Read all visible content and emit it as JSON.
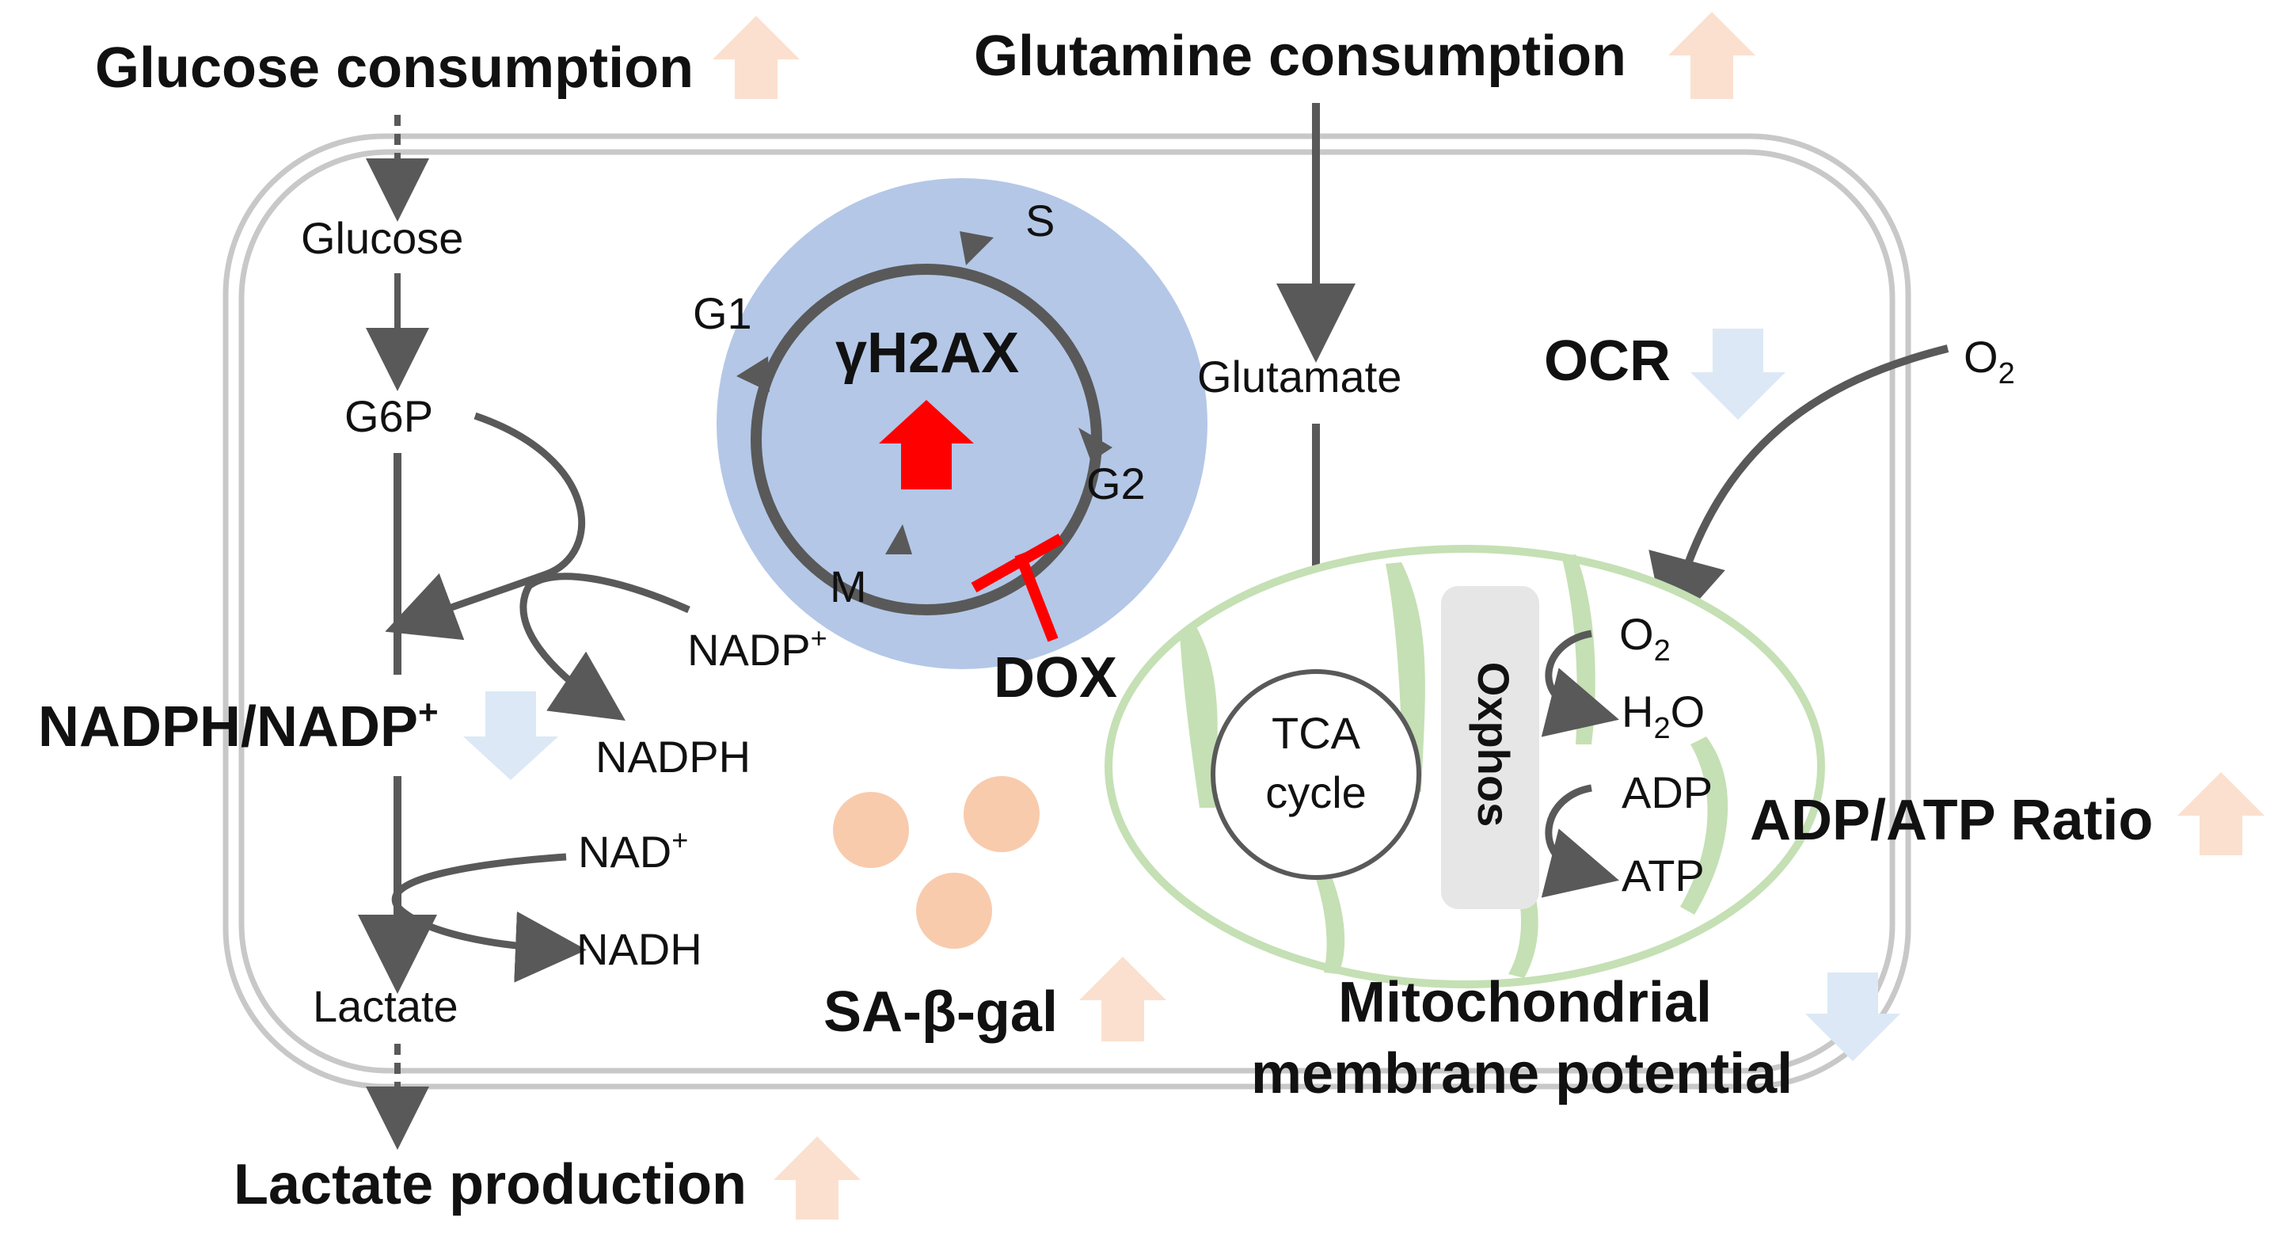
{
  "labels": {
    "glucose_consumption": "Glucose consumption",
    "glutamine_consumption": "Glutamine consumption",
    "glucose": "Glucose",
    "g6p": "G6P",
    "nadp_plus": "NADP",
    "nadph": "NADPH",
    "nadph_ratio": "NADPH/NADP",
    "nad_plus": "NAD",
    "nadh": "NADH",
    "lactate": "Lactate",
    "lactate_production": "Lactate production",
    "sup_plus": "+",
    "glutamate": "Glutamate",
    "ocr": "OCR",
    "o2_outer": "O",
    "o2_inner": "O",
    "h2o_h": "H",
    "h2o_o": "O",
    "sub_2": "2",
    "adp": "ADP",
    "atp": "ATP",
    "adp_atp_ratio": "ADP/ATP Ratio",
    "tca_line1": "TCA",
    "tca_line2": "cycle",
    "oxphos": "Oxphos",
    "mito_line1": "Mitochondrial",
    "mito_line2": "membrane potential",
    "sa_b_gal": "SA-β-gal",
    "dox": "DOX",
    "gamma_h2ax": "γH2AX",
    "phase_g1": "G1",
    "phase_s": "S",
    "phase_g2": "G2",
    "phase_m": "M"
  },
  "indicators": {
    "glucose_consumption": "up",
    "glutamine_consumption": "up",
    "nadph_ratio": "down",
    "lactate_production": "up",
    "ocr": "down",
    "adp_atp_ratio": "up",
    "sa_b_gal": "up",
    "mito_potential": "down",
    "gamma_h2ax": "up"
  },
  "colors": {
    "up_arrow": "#fbe0cf",
    "down_arrow": "#dce8f5",
    "strong_up_arrow": "#ff0000",
    "nucleus": "#b4c7e7",
    "mitochondrion": "#c5e0b4",
    "pathway": "#595959",
    "inhibitor": "#ff0000",
    "sa_gal_dot": "#f8cbad",
    "oxphos_box": "#e7e6e6",
    "cell_membrane": "#c8c8c8"
  }
}
